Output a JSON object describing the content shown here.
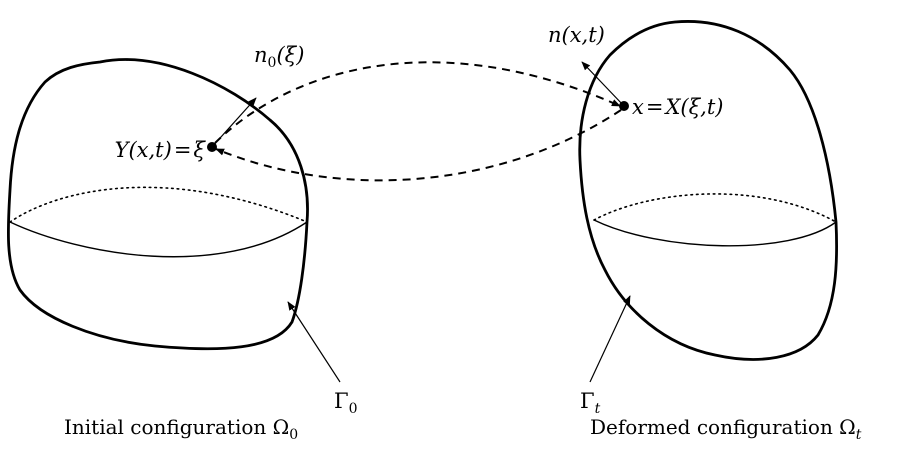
{
  "left_body": {
    "point_label_lhs": "Y(x,t)",
    "point_label_eq": "=",
    "point_label_rhs": "ξ",
    "normal_base": "n",
    "normal_sub": "0",
    "normal_arg": "(ξ)",
    "boundary_base": "Γ",
    "boundary_sub": "0",
    "caption_text": "Initial configuration Ω",
    "caption_sub": "0"
  },
  "right_body": {
    "point_label_lhs": "x",
    "point_label_eq": "=",
    "point_label_rhs": "X(ξ,t)",
    "normal_label": "n(x,t)",
    "boundary_base": "Γ",
    "boundary_sub": "t",
    "caption_text": "Deformed configuration Ω",
    "caption_sub": "t"
  }
}
